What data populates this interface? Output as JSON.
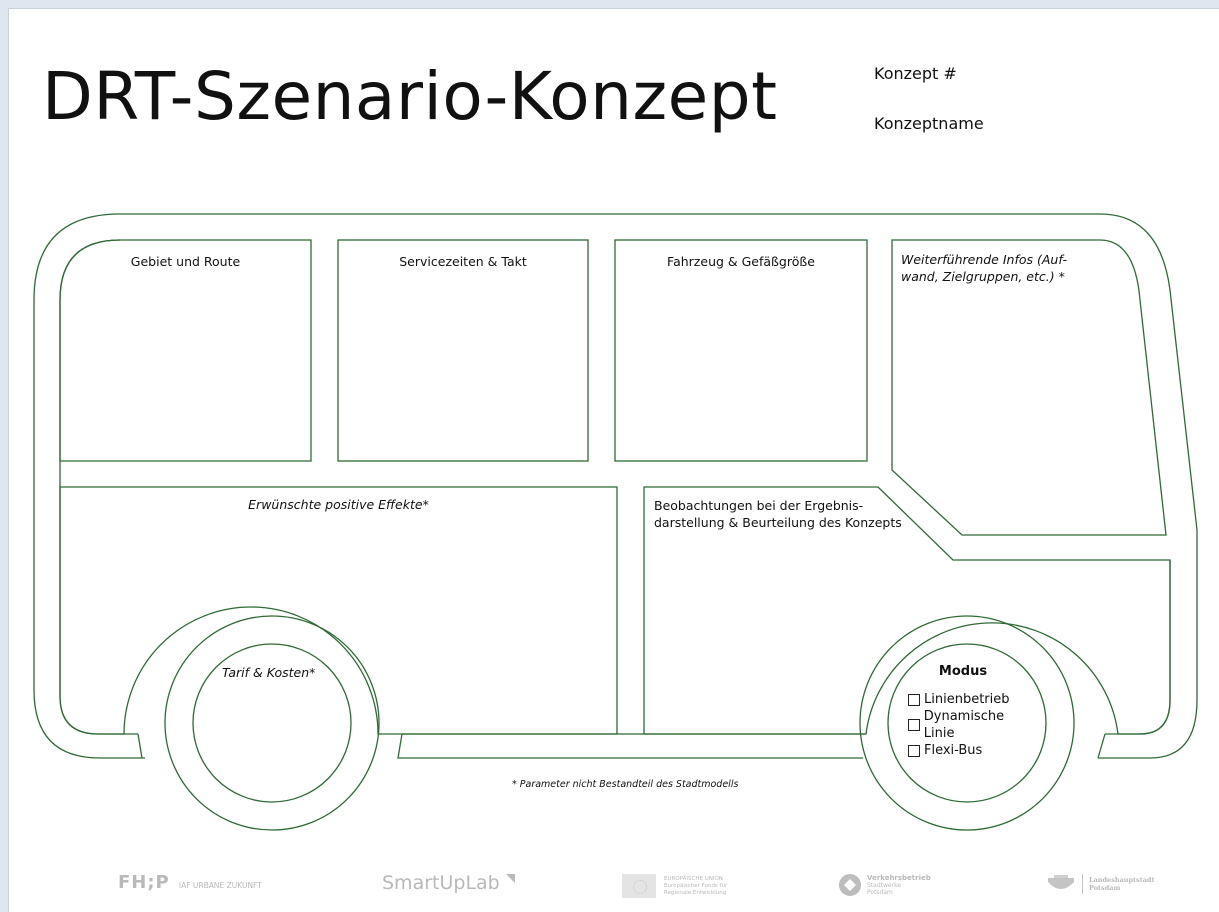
{
  "header": {
    "title": "DRT-Szenario-Konzept",
    "konzept_number_label": "Konzept #",
    "konzept_name_label": "Konzeptname"
  },
  "fields": {
    "gebiet": "Gebiet und Route",
    "servicezeiten": "Servicezeiten & Takt",
    "fahrzeug": "Fahrzeug & Gefäßgröße",
    "weiterfuehrend_line1": "Weiterführende Infos (Auf-",
    "weiterfuehrend_line2": "wand, Zielgruppen, etc.) *",
    "effekte": "Erwünschte positive Effekte*",
    "beobachtungen_line1": "Beobachtungen bei der Ergebnis-",
    "beobachtungen_line2": "darstellung & Beurteilung des Konzepts",
    "tarif": "Tarif & Kosten*"
  },
  "modus": {
    "heading": "Modus",
    "options": [
      "Linienbetrieb",
      "Dynamische Linie",
      "Flexi-Bus"
    ]
  },
  "footnote": "* Parameter nicht Bestandteil des Stadtmodells",
  "logos": {
    "fhp": "FH;P",
    "fhp_sub": "IAF URBANE ZUKUNFT",
    "smartup": "SmartUpLab",
    "eu_line1": "EUROPÄISCHE UNION",
    "eu_line2": "Europäischer Fonds für",
    "eu_line3": "Regionale Entwicklung",
    "vip_line1": "Verkehrsbetrieb",
    "vip_line2": "Stadtwerke",
    "vip_line3": "Potsdam",
    "lhp_line1": "Landeshauptstadt",
    "lhp_line2": "Potsdam"
  },
  "colors": {
    "outline": "#2e6b35",
    "logo_gray": "#b9b9b9"
  }
}
